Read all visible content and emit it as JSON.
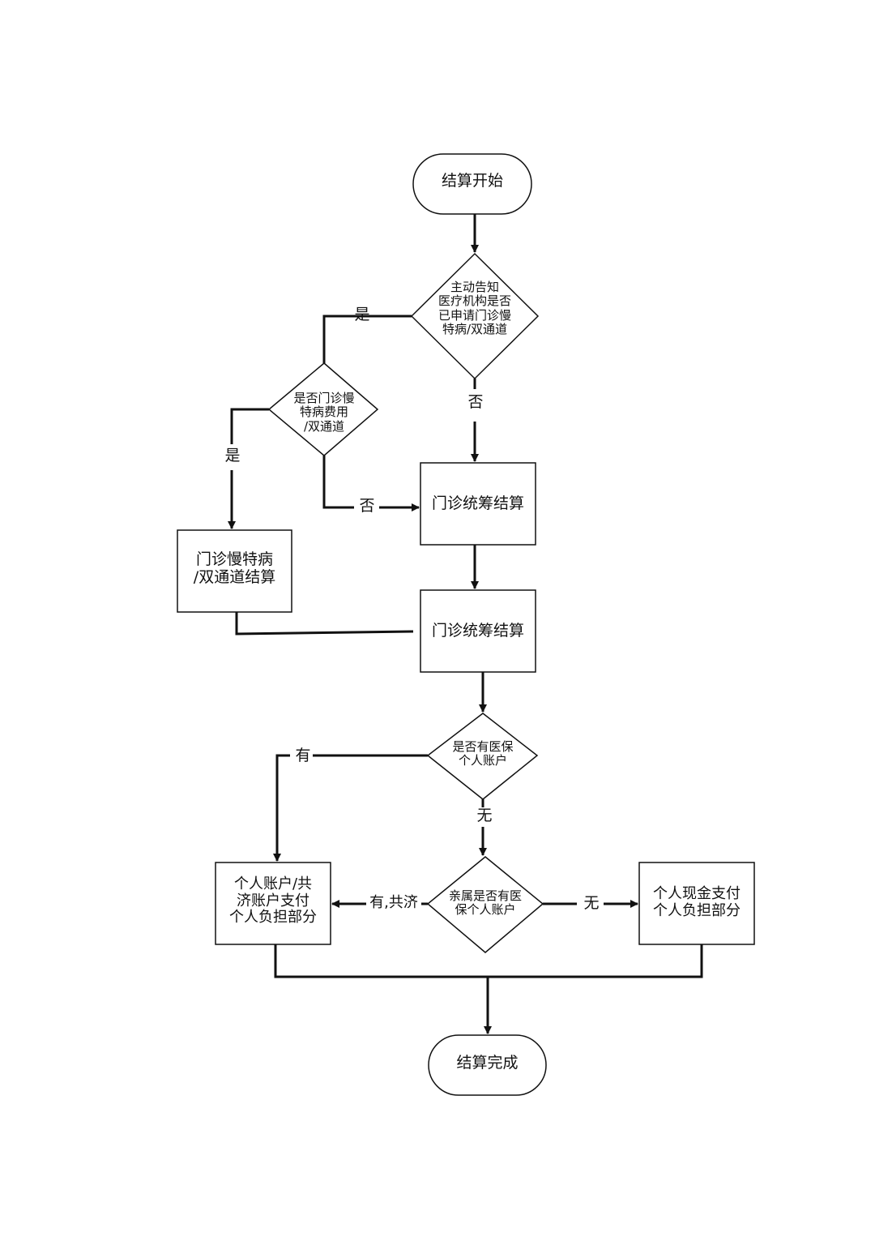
{
  "nodes": {
    "start": "结算开始",
    "decision_notice": "主动告知\n医疗机构是否\n已申请门诊慢\n特病/双通道",
    "decision_fee": "是否门诊慢\n特病费用\n/双通道",
    "process_chronic": "门诊慢特病\n/双通道结算",
    "process_pooling_1": "门诊统筹结算",
    "process_pooling_2": "门诊统筹结算",
    "decision_account": "是否有医保\n个人账户",
    "decision_relative": "亲属是否有医\n保个人账户",
    "process_account_pay": "个人账户/共\n济账户支付\n个人负担部分",
    "process_cash_pay": "个人现金支付\n个人负担部分",
    "end": "结算完成"
  },
  "edges": {
    "notice_yes": "是",
    "notice_no": "否",
    "fee_yes": "是",
    "fee_no": "否",
    "account_yes": "有",
    "account_no": "无",
    "relative_yes": "有,共济",
    "relative_no": "无"
  },
  "colors": {
    "line": "#111111",
    "fill": "#ffffff"
  }
}
